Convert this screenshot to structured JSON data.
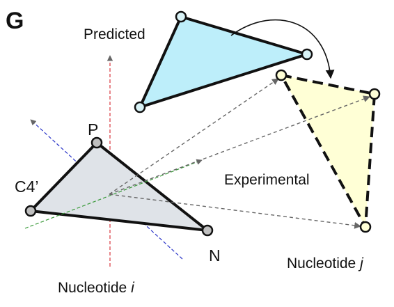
{
  "panel_label": "G",
  "labels": {
    "predicted": "Predicted",
    "experimental": "Experimental",
    "atom_p": "P",
    "atom_c4": "C4’",
    "atom_n": "N",
    "nucleotide_i_prefix": "Nucleotide ",
    "nucleotide_i_var": "i",
    "nucleotide_j_prefix": "Nucleotide ",
    "nucleotide_j_var": "j"
  },
  "colors": {
    "predicted_fill": "#bdeefa",
    "experimental_fill": "#ffffd6",
    "nucleotide_i_fill": "#dfe3e8",
    "atom_marker_fill": "#d9f3f7",
    "gray_marker_fill": "#bfbfbf",
    "red_axis": "#d9363e",
    "blue_axis": "#2a34c8",
    "green_axis": "#3a9a3a",
    "arrow": "#666666",
    "outline": "#111111"
  }
}
